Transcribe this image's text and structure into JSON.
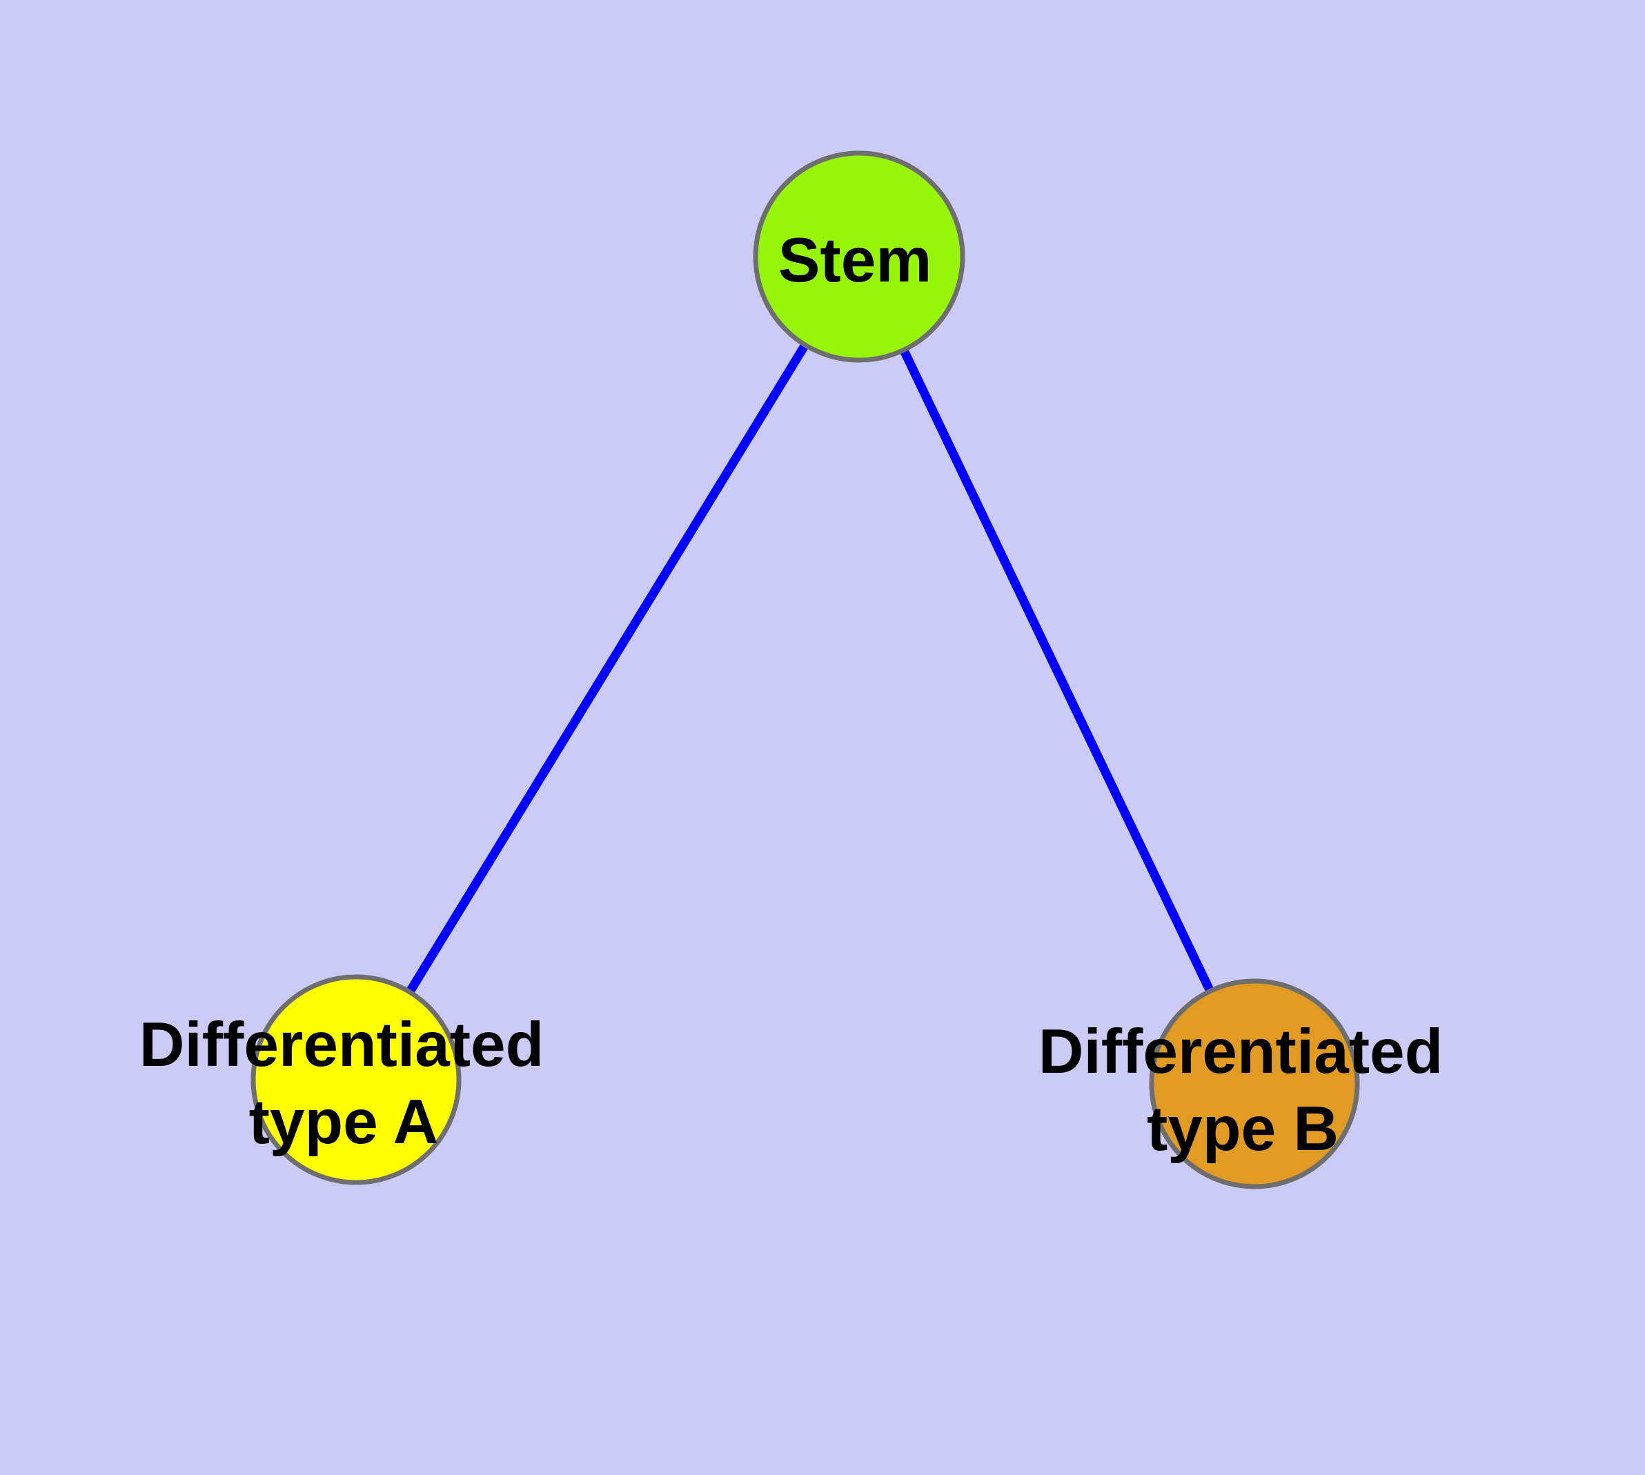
{
  "diagram": {
    "kind": "node-link-graph",
    "background_color": "#CBCBF5",
    "edge_color": "#0101FB",
    "node_border_color": "#6E6E6E",
    "label_color": "#000000",
    "nodes": [
      {
        "id": "stem",
        "label": "Stem",
        "fill": "#97F50A"
      },
      {
        "id": "differentiated-type-a",
        "label": "Differentiated type A",
        "label_lines": [
          "Differentiated",
          "type A"
        ],
        "fill": "#FFFF00"
      },
      {
        "id": "differentiated-type-b",
        "label": "Differentiated type B",
        "label_lines": [
          "Differentiated",
          "type B"
        ],
        "fill": "#E19B23"
      }
    ],
    "edges": [
      {
        "from": "Stem",
        "to": "Differentiated type A"
      },
      {
        "from": "Stem",
        "to": "Differentiated type B"
      }
    ]
  }
}
